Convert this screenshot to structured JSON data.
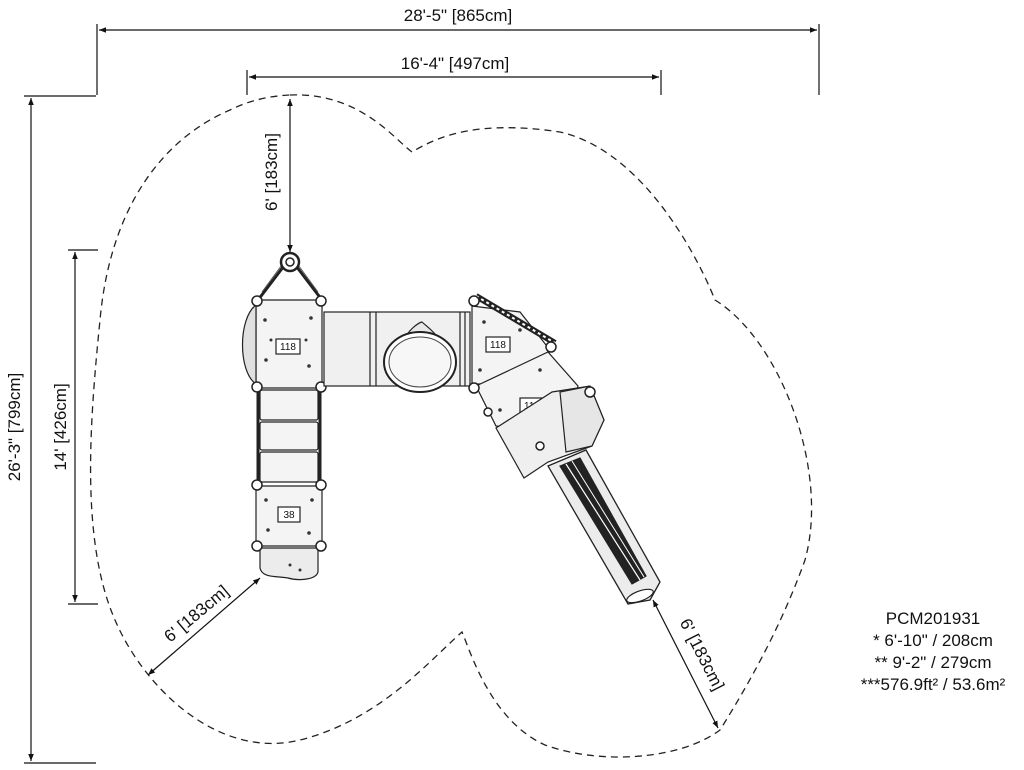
{
  "dimensions": {
    "overall_width": "28'-5\" [865cm]",
    "structure_width": "16'-4\" [497cm]",
    "top_clearance": "6' [183cm]",
    "overall_depth": "26'-3\" [799cm]",
    "structure_depth": "14' [426cm]",
    "left_clearance": "6' [183cm]",
    "slide_clearance": "6' [183cm]"
  },
  "deck_tags": {
    "left_deck": "118",
    "right_deck": "118",
    "lower_right_deck": "118",
    "step_deck": "38"
  },
  "info": {
    "model": "PCM201931",
    "height_1": "* 6'-10\" / 208cm",
    "height_2": "** 9'-2\" / 279cm",
    "area": "***576.9ft² / 53.6m²"
  }
}
